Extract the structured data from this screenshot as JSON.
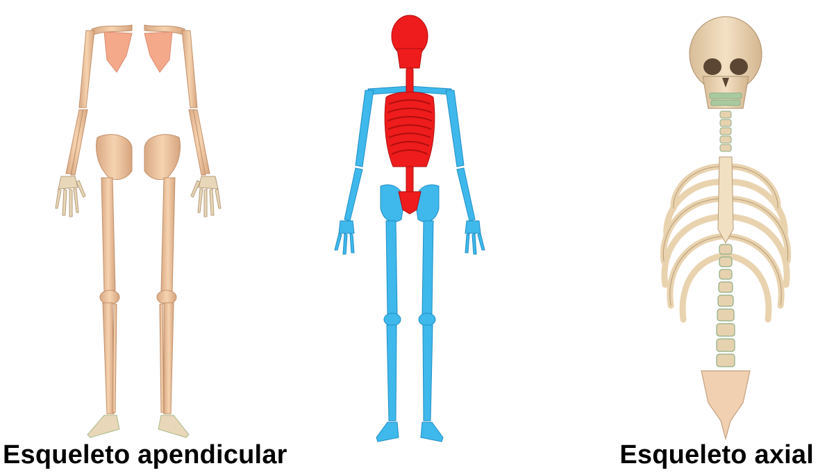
{
  "captions": {
    "appendicular": "Esqueleto apendicular",
    "axial": "Esqueleto axial"
  },
  "figures": [
    {
      "id": "appendicular-skeleton",
      "bone_color": "#F1C9A4",
      "shadow_color": "#C99B74",
      "accent_color": "#F4A98A"
    },
    {
      "id": "full-skeleton-highlighted",
      "axial_color": "#EE1C1C",
      "appendicular_color": "#3FB8EC"
    },
    {
      "id": "axial-skeleton",
      "bone_color": "#F0D9B8",
      "cartilage_color": "#A9C9A0",
      "shadow_color": "#B69A76"
    }
  ]
}
